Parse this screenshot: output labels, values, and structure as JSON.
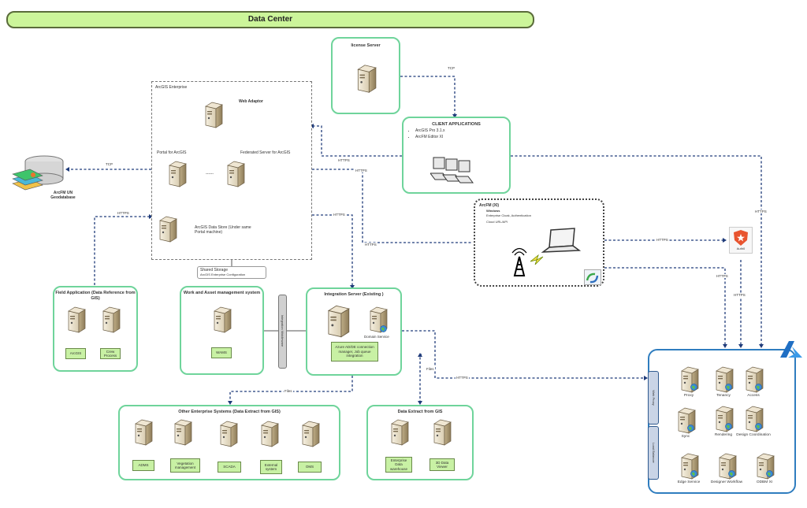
{
  "banner": {
    "title": "Data Center"
  },
  "license_server": {
    "title": "license Server"
  },
  "client_applications": {
    "title": "CLIENT APPLICATIONS",
    "items": [
      "ArcGIS Pro 3.1.x",
      "ArcFM Editor XI"
    ]
  },
  "arcgis_enterprise": {
    "title": "ArcGIS Enterprise",
    "web_adaptor": "Web Adaptor",
    "portal": "Portal for ArcGIS",
    "federated_server": "Federated Server for ArcGIS",
    "data_store": "ArcGIS Data Store (Under same Portal machine)",
    "link_label": "------"
  },
  "shared_storage": {
    "title": "Shared Storage",
    "subtitle": "ArcGIS Enterprise Configuration"
  },
  "geodatabase": {
    "label": "ArcFM UN Geodatabase"
  },
  "field_application": {
    "title": "Field Application (Data Reference from GIS)",
    "tags": [
      "ArcGIS",
      "Crew Process"
    ]
  },
  "work_asset": {
    "title": "Work and Asset management system",
    "tags": [
      "WAMS"
    ]
  },
  "middleware_bar": {
    "label": "Integration Middleware"
  },
  "integration_server": {
    "title": "Integration Server (Existing )",
    "domain_service": "Domain Service",
    "tag": "Azure AD/DE connection manager, Job queue integration"
  },
  "arcfm_xi": {
    "title": "ArcFM (XI)",
    "items": [
      "Windows",
      "Enterprise Cloak, Authentication",
      "Cloud URL/API"
    ]
  },
  "auth0": {
    "label": "Auth0"
  },
  "other_systems": {
    "title": "Other Enterprise Systems (Data Extract from GIS)",
    "tags": [
      "ADMS",
      "Vegetation management",
      "SCADA",
      "External system",
      "OMS"
    ]
  },
  "data_extract": {
    "title": "Data Extract from GIS",
    "tags": [
      "Enterprise Data warehouse",
      "3D Data Viewer"
    ]
  },
  "azure": {
    "side_labels": [
      "Web Proxy",
      "Load Balancer"
    ],
    "services": [
      "Proxy",
      "Tenancy",
      "Access",
      "Sync",
      "Rendering",
      "Design Coordination",
      "Edge Service",
      "Designer Workflow",
      "ODBM XI"
    ]
  },
  "edges": {
    "tcp_license": "TCP",
    "tcp_gdb": "TCP",
    "https_client": "HTTPS",
    "https_enterprise_1": "HTTPS",
    "https_enterprise_2": "HTTPS",
    "https_field": "HTTPS",
    "https_integration": "HTTPS",
    "https_auth0": "HTTPS",
    "https_azure_1": "HTTPS",
    "https_azure_2": "HTTPS",
    "https_azure_3": "HTTPS",
    "https_extract": "HTTPS",
    "files": "Files",
    "files_2": "Files"
  },
  "colors": {
    "box_border": "#6fd49b",
    "banner_fill": "#ccf59a",
    "tag_fill": "#c8f1a4",
    "azure_blue": "#2f7dbf",
    "connector": "#1f3b7a",
    "auth0_red": "#e8542f"
  }
}
